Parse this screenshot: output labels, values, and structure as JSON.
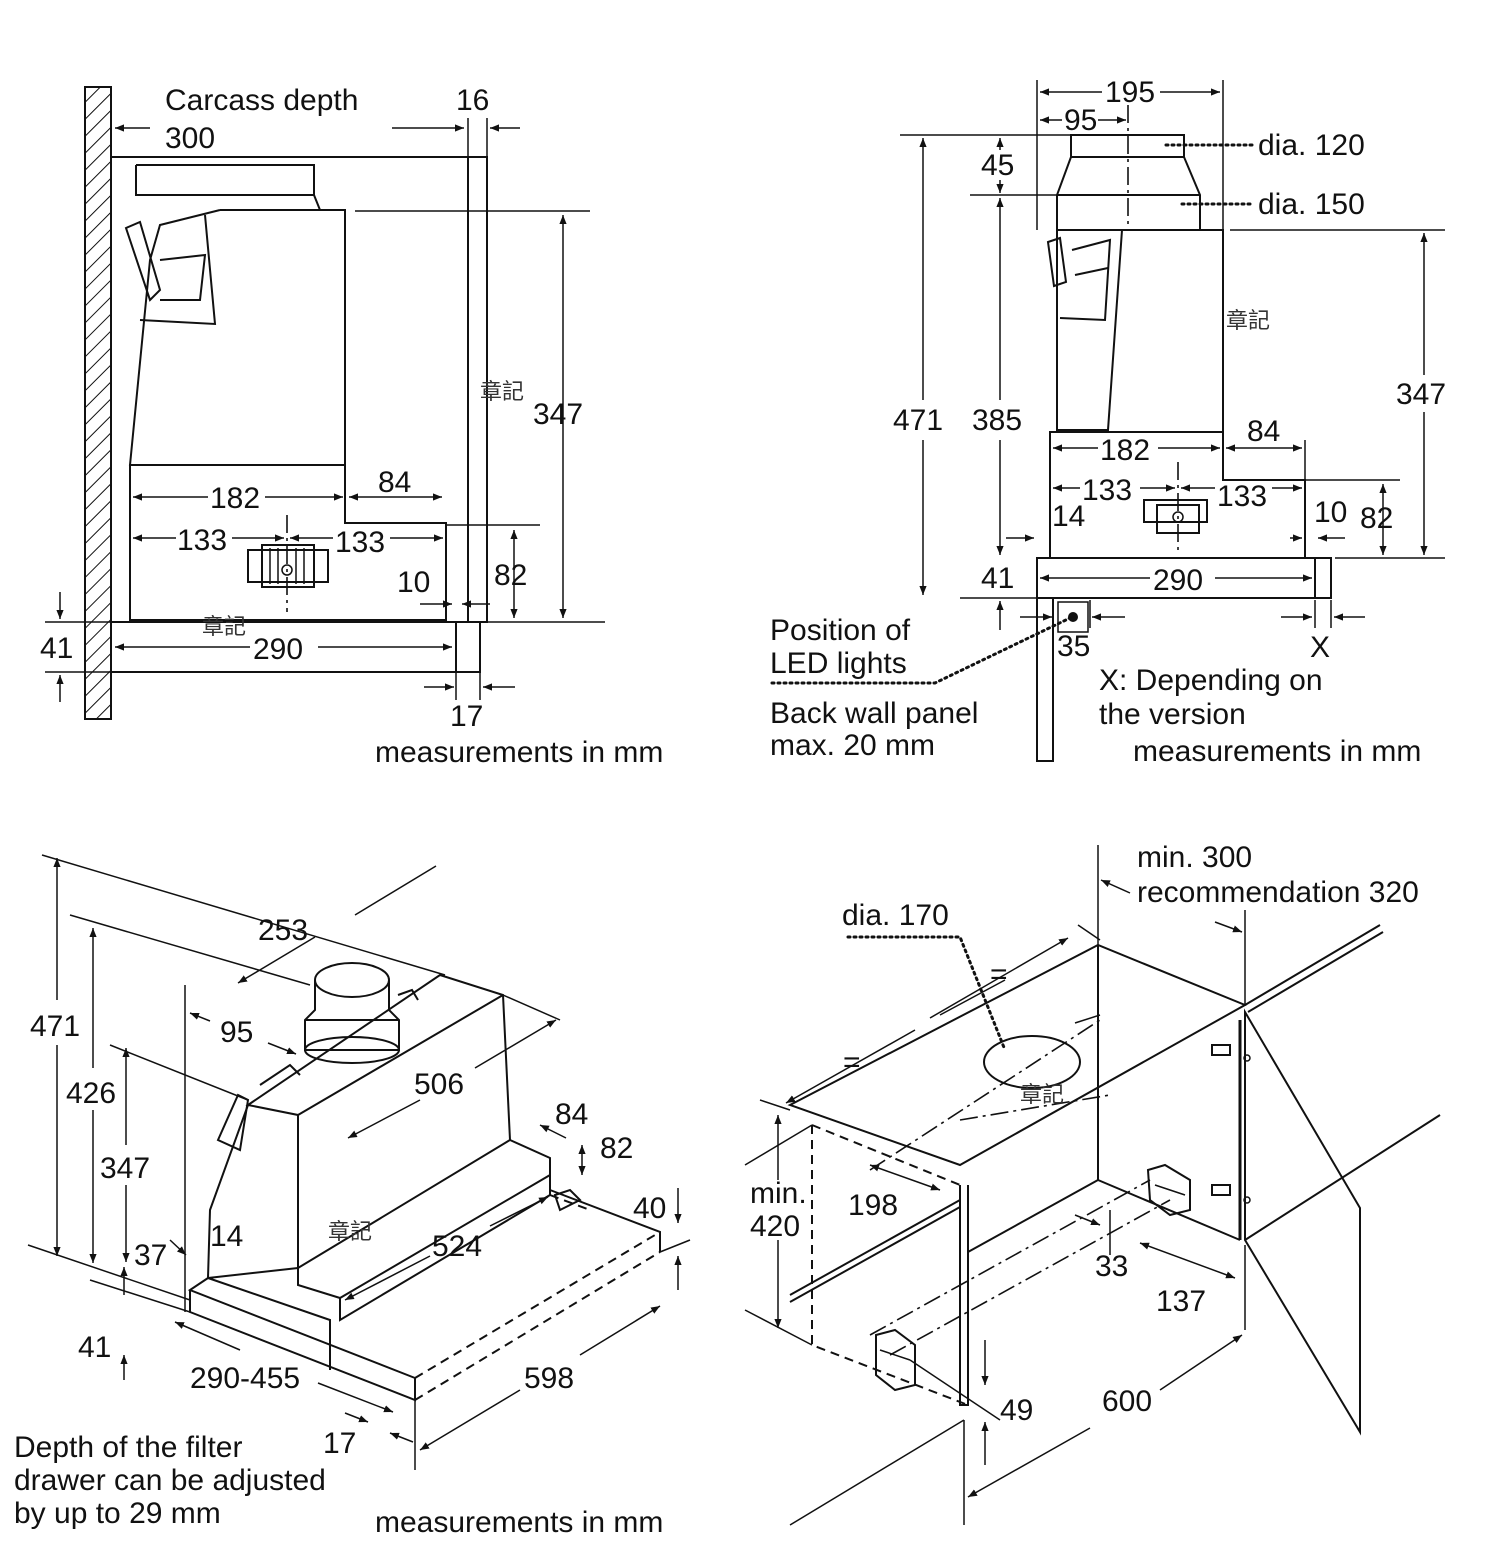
{
  "side_view": {
    "carcass_label": "Carcass depth",
    "carcass_value": "300",
    "dims": {
      "d16": "16",
      "d347": "347",
      "d182": "182",
      "d84": "84",
      "d133a": "133",
      "d133b": "133",
      "d10": "10",
      "d82": "82",
      "d41": "41",
      "d290": "290",
      "d17": "17"
    },
    "units_note": "measurements in mm",
    "watermark": "章記"
  },
  "front_view": {
    "dims": {
      "d195": "195",
      "d95": "95",
      "d45": "45",
      "d471": "471",
      "d385": "385",
      "d347": "347",
      "d182": "182",
      "d84": "84",
      "d133a": "133",
      "d133b": "133",
      "d14": "14",
      "d10": "10",
      "d82": "82",
      "d41": "41",
      "d290": "290",
      "d35": "35",
      "x": "X"
    },
    "dia120": "dia. 120",
    "dia150": "dia. 150",
    "led_line1": "Position of",
    "led_line2": "LED lights",
    "wall_line1": "Back wall panel",
    "wall_line2": "max. 20 mm",
    "x_note_line1": "X: Depending on",
    "x_note_line2": "the version",
    "units_note": "measurements in mm",
    "watermark": "章記"
  },
  "iso_view": {
    "dims": {
      "d253": "253",
      "d471": "471",
      "d426": "426",
      "d95": "95",
      "d506": "506",
      "d347": "347",
      "d84": "84",
      "d82": "82",
      "d40": "40",
      "d524": "524",
      "d37": "37",
      "d14": "14",
      "d41": "41",
      "d290_455": "290-455",
      "d598": "598",
      "d17": "17"
    },
    "note_line1": "Depth of the filter",
    "note_line2": "drawer can be adjusted",
    "note_line3": "by up to 29 mm",
    "units_note": "measurements in mm",
    "watermark": "章記"
  },
  "install_view": {
    "min300": "min. 300",
    "recommendation": "recommendation 320",
    "dia170": "dia. 170",
    "eq1": "=",
    "eq2": "=",
    "min_label": "min.",
    "min_value": "420",
    "dims": {
      "d198": "198",
      "d33": "33",
      "d137": "137",
      "d49": "49",
      "d600": "600"
    },
    "watermark": "章記"
  }
}
